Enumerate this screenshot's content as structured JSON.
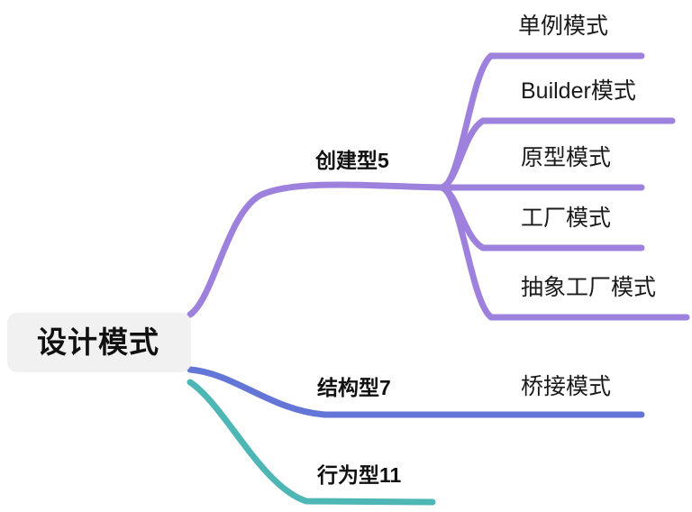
{
  "diagram": {
    "type": "mind-map",
    "title": "设计模式",
    "background_color": "#ffffff",
    "root": {
      "label": "设计模式",
      "box_color": "#f1f1f1",
      "text_color": "#111111"
    },
    "branch_colors": {
      "creational": "#9d81dd",
      "structural": "#6375d6",
      "behavioral": "#4eb7b5"
    },
    "branches": [
      {
        "label": "创建型5",
        "color": "#9d81dd",
        "children": [
          {
            "label": "单例模式",
            "color": "#9d81dd"
          },
          {
            "label": "Builder模式",
            "color": "#9d81dd"
          },
          {
            "label": "原型模式",
            "color": "#9d81dd"
          },
          {
            "label": "工厂模式",
            "color": "#9d81dd"
          },
          {
            "label": "抽象工厂模式",
            "color": "#9d81dd"
          }
        ]
      },
      {
        "label": "结构型7",
        "color": "#6375d6",
        "children": [
          {
            "label": "桥接模式",
            "color": "#6375d6"
          }
        ]
      },
      {
        "label": "行为型11",
        "color": "#4eb7b5",
        "children": []
      }
    ]
  }
}
